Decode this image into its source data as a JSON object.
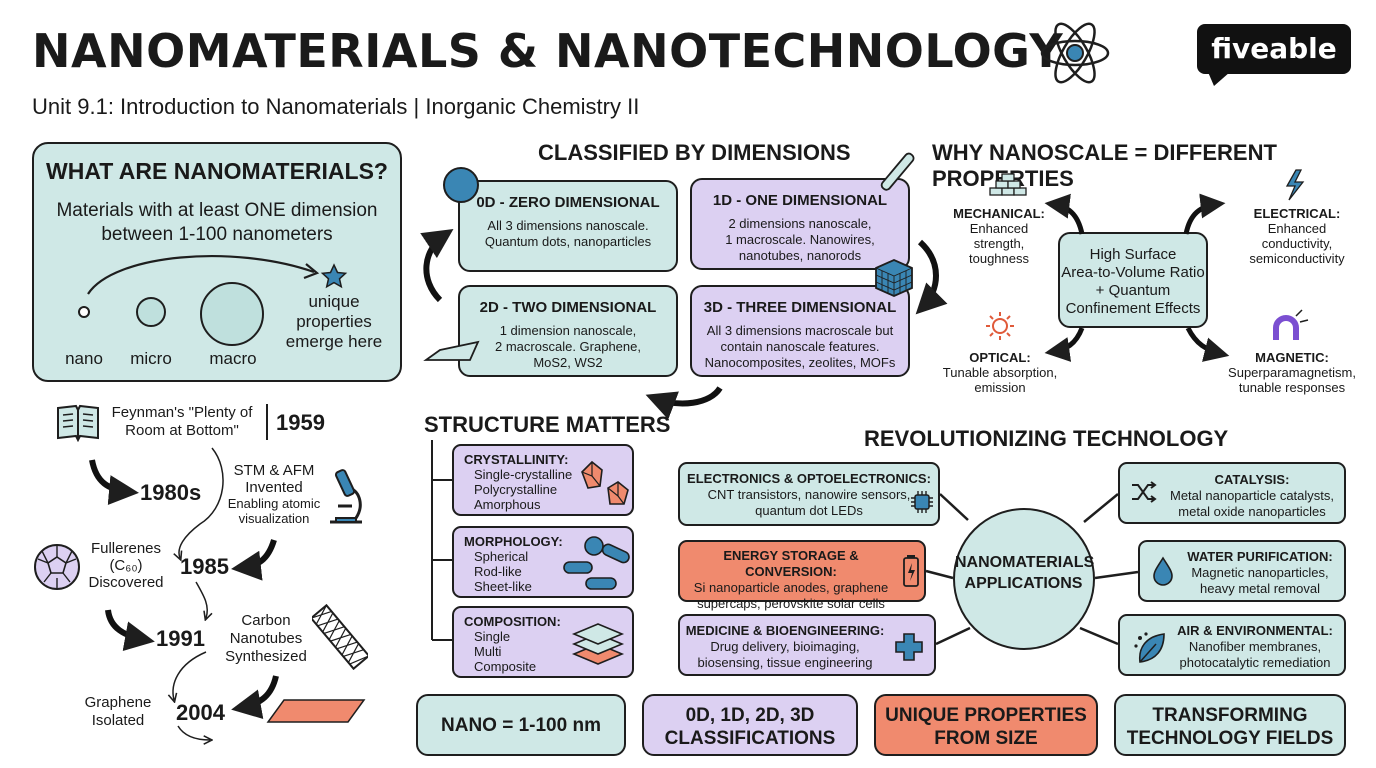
{
  "header": {
    "title": "NANOMATERIALS & NANOTECHNOLOGY",
    "subtitle": "Unit 9.1: Introduction to Nanomaterials | Inorganic Chemistry II",
    "brand": "fiveable"
  },
  "what": {
    "heading": "WHAT ARE NANOMATERIALS?",
    "definition_line1": "Materials with at least ONE dimension",
    "definition_line2": "between 1-100 nanometers",
    "scale_nano": "nano",
    "scale_micro": "micro",
    "scale_macro": "macro",
    "emerge_line1": "unique",
    "emerge_line2": "properties",
    "emerge_line3": "emerge here"
  },
  "dimensions": {
    "heading": "CLASSIFIED BY DIMENSIONS",
    "d0": {
      "title": "0D - ZERO DIMENSIONAL",
      "line1": "All 3 dimensions nanoscale.",
      "line2": "Quantum dots, nanoparticles"
    },
    "d1": {
      "title": "1D - ONE DIMENSIONAL",
      "line1": "2 dimensions nanoscale,",
      "line2": "1 macroscale. Nanowires,",
      "line3": "nanotubes, nanorods"
    },
    "d2": {
      "title": "2D - TWO DIMENSIONAL",
      "line1": "1 dimension nanoscale,",
      "line2": "2 macroscale. Graphene,",
      "line3": "MoS2, WS2"
    },
    "d3": {
      "title": "3D - THREE DIMENSIONAL",
      "line1": "All 3 dimensions macroscale but",
      "line2": "contain nanoscale features.",
      "line3": "Nanocomposites, zeolites, MOFs"
    }
  },
  "why": {
    "heading": "WHY NANOSCALE = DIFFERENT PROPERTIES",
    "center_line1": "High Surface",
    "center_line2": "Area-to-Volume Ratio",
    "center_line3": "+ Quantum",
    "center_line4": "Confinement Effects",
    "mechanical": {
      "title": "MECHANICAL:",
      "line1": "Enhanced",
      "line2": "strength,",
      "line3": "toughness"
    },
    "electrical": {
      "title": "ELECTRICAL:",
      "line1": "Enhanced",
      "line2": "conductivity,",
      "line3": "semiconductivity"
    },
    "optical": {
      "title": "OPTICAL:",
      "line1": "Tunable absorption,",
      "line2": "emission"
    },
    "magnetic": {
      "title": "MAGNETIC:",
      "line1": "Superparamagnetism,",
      "line2": "tunable responses"
    }
  },
  "timeline": {
    "feynman_line1": "Feynman's \"Plenty of",
    "feynman_line2": "Room at Bottom\"",
    "year_1959": "1959",
    "year_1980s": "1980s",
    "stm_line1": "STM & AFM",
    "stm_line2": "Invented",
    "stm_line3": "Enabling atomic",
    "stm_line4": "visualization",
    "fullerenes_line1": "Fullerenes",
    "fullerenes_line2": "(C₆₀)",
    "fullerenes_line3": "Discovered",
    "year_1985": "1985",
    "year_1991": "1991",
    "cnt_line1": "Carbon",
    "cnt_line2": "Nanotubes",
    "cnt_line3": "Synthesized",
    "graphene_line1": "Graphene",
    "graphene_line2": "Isolated",
    "year_2004": "2004"
  },
  "structure": {
    "heading": "STRUCTURE MATTERS",
    "crystallinity": {
      "title": "CRYSTALLINITY:",
      "line1": "Single-crystalline",
      "line2": "Polycrystalline",
      "line3": "Amorphous"
    },
    "morphology": {
      "title": "MORPHOLOGY:",
      "line1": "Spherical",
      "line2": "Rod-like",
      "line3": "Sheet-like"
    },
    "composition": {
      "title": "COMPOSITION:",
      "line1": "Single",
      "line2": "Multi",
      "line3": "Composite"
    }
  },
  "revolution": {
    "heading": "REVOLUTIONIZING TECHNOLOGY",
    "center_line1": "NANOMATERIALS",
    "center_line2": "APPLICATIONS",
    "electronics": {
      "title": "ELECTRONICS & OPTOELECTRONICS:",
      "line1": "CNT transistors, nanowire sensors,",
      "line2": "quantum dot LEDs"
    },
    "energy": {
      "title": "ENERGY STORAGE & CONVERSION:",
      "line1": "Si nanoparticle anodes, graphene",
      "line2": "supercaps, perovskite solar cells"
    },
    "medicine": {
      "title": "MEDICINE & BIOENGINEERING:",
      "line1": "Drug delivery, bioimaging,",
      "line2": "biosensing, tissue engineering"
    },
    "catalysis": {
      "title": "CATALYSIS:",
      "line1": "Metal nanoparticle catalysts,",
      "line2": "metal oxide nanoparticles"
    },
    "water": {
      "title": "WATER PURIFICATION:",
      "line1": "Magnetic nanoparticles,",
      "line2": "heavy metal removal"
    },
    "air": {
      "title": "AIR & ENVIRONMENTAL:",
      "line1": "Nanofiber membranes,",
      "line2": "photocatalytic remediation"
    }
  },
  "summary": {
    "nano": "NANO = 1-100 nm",
    "class_line1": "0D, 1D, 2D, 3D",
    "class_line2": "CLASSIFICATIONS",
    "unique_line1": "UNIQUE PROPERTIES",
    "unique_line2": "FROM SIZE",
    "transform_line1": "TRANSFORMING",
    "transform_line2": "TECHNOLOGY FIELDS"
  },
  "colors": {
    "teal": "#cfe8e6",
    "lavender": "#dcd0f2",
    "coral": "#f08a6e",
    "ink": "#1e1e1e"
  }
}
